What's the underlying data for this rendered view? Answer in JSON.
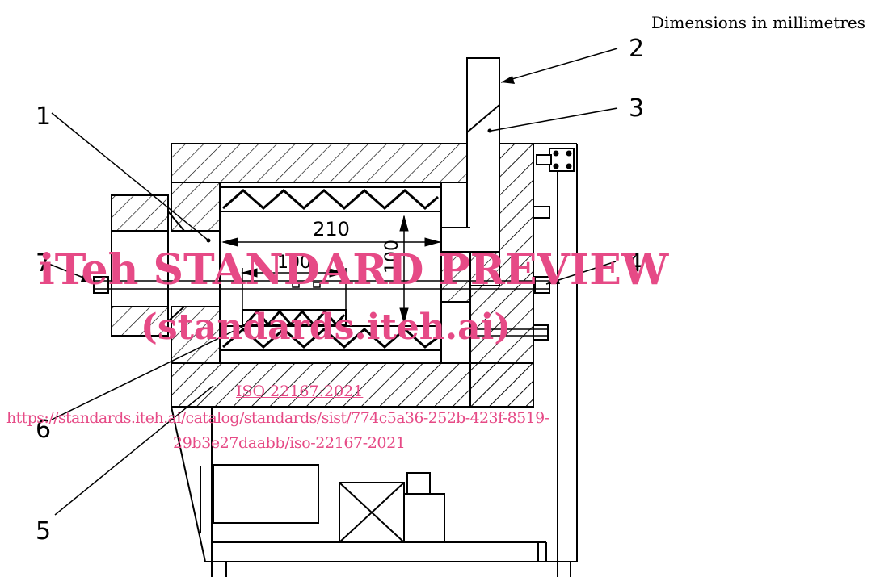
{
  "units_note": "Dimensions in millimetres",
  "callouts": [
    "1",
    "2",
    "3",
    "4",
    "5",
    "6",
    "7"
  ],
  "dimensions": {
    "length": "210",
    "inner_length": "100",
    "diameter": "100"
  },
  "watermark": {
    "title": "iTeh STANDARD PREVIEW",
    "site": "(standards.iteh.ai)",
    "doc": "ISO 22167:2021",
    "url_line1": "https://standards.iteh.ai/catalog/standards/sist/774c5a36-252b-423f-8519-",
    "url_line2": "29b3e27daabb/iso-22167-2021"
  }
}
